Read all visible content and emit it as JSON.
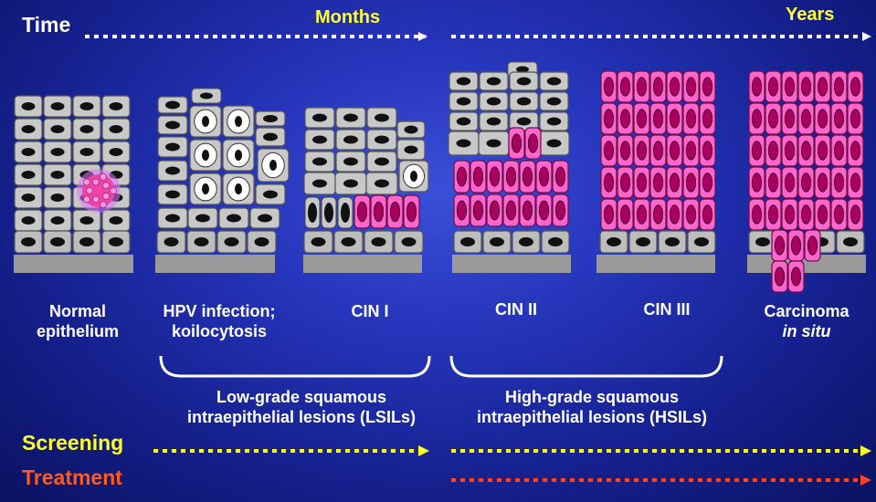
{
  "header": {
    "time_label": "Time",
    "months_label": "Months",
    "years_label": "Years"
  },
  "stages": [
    {
      "line1": "Normal",
      "line2": "epithelium",
      "italic2": false
    },
    {
      "line1": "HPV infection;",
      "line2": "koilocytosis",
      "italic2": false
    },
    {
      "line1": "CIN I",
      "line2": "",
      "italic2": false
    },
    {
      "line1": "CIN II",
      "line2": "",
      "italic2": false
    },
    {
      "line1": "CIN III",
      "line2": "",
      "italic2": false
    },
    {
      "line1": "Carcinoma",
      "line2": "in situ",
      "italic2": true
    }
  ],
  "groups": {
    "lsil": {
      "line1": "Low-grade squamous",
      "line2": "intraepithelial lesions (LSILs)"
    },
    "hsil": {
      "line1": "High-grade squamous",
      "line2": "intraepithelial lesions (HSILs)"
    }
  },
  "footer": {
    "screening_label": "Screening",
    "treatment_label": "Treatment"
  },
  "colors": {
    "time_arrow": "#ffffff",
    "screening": "#ffff22",
    "treatment": "#ff5a1a",
    "normal_cell": "#c8c8c8",
    "abnormal_cell": "#ff66cc",
    "basement": "#9a9a9a"
  }
}
